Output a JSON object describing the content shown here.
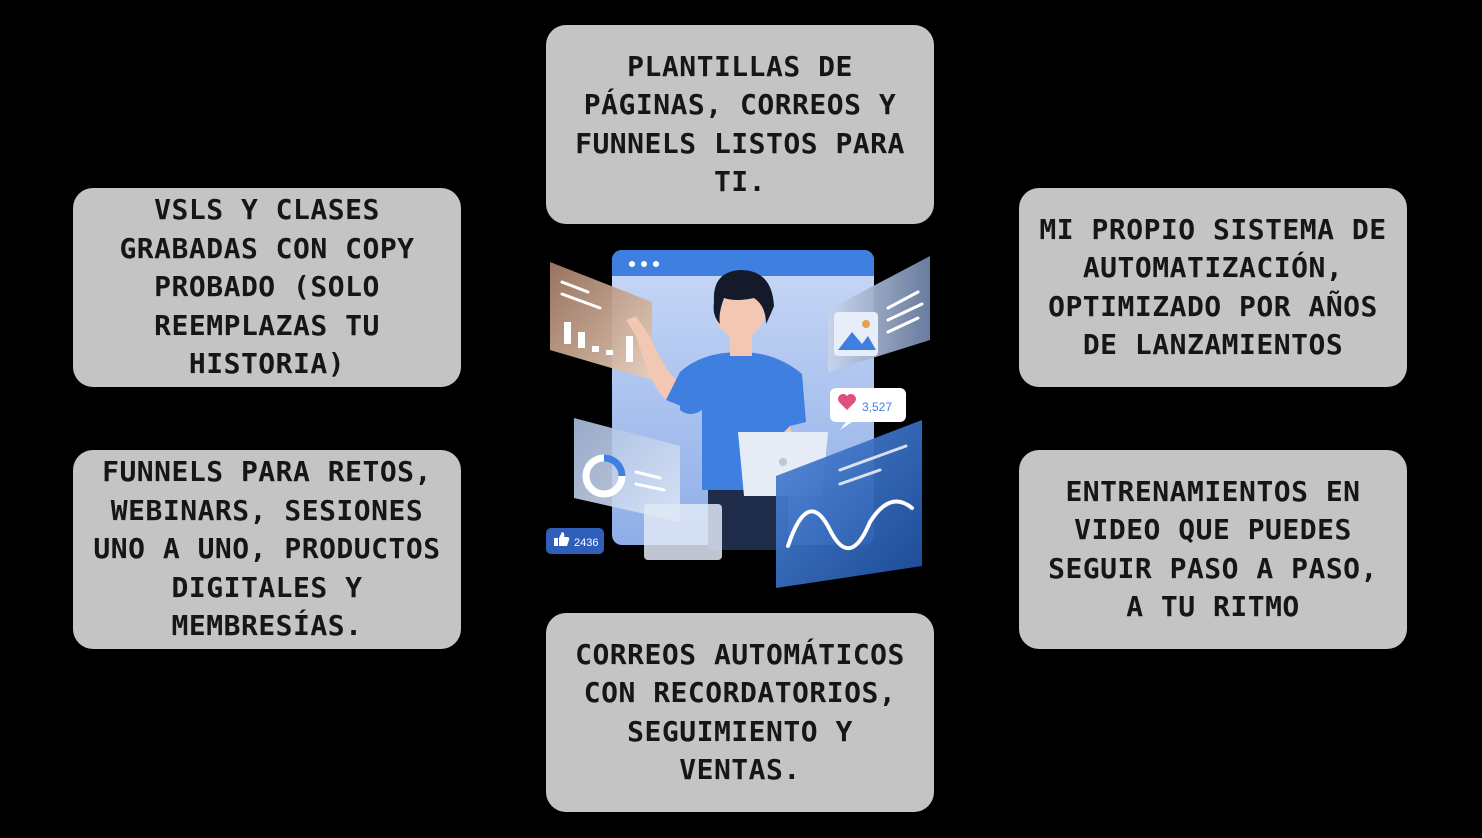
{
  "cards": {
    "top_center": "Plantillas de\npáginas, correos y\nfunnels listos para\nti.",
    "left_upper": "VSLs y clases\ngrabadas con copy\nprobado (solo\nreemplazas tu\nhistoria)",
    "left_lower": "Funnels para retos,\nwebinars, sesiones\nuno a uno, productos\ndigitales y\nmembresías.",
    "right_upper": "Mi propio sistema de\nautomatización,\noptimizado por años\nde lanzamientos",
    "right_lower": "Entrenamientos en\nvideo que puedes\nseguir paso a paso,\na tu ritmo",
    "bottom_center": "Correos automáticos\ncon recordatorios,\nseguimiento y\nventas."
  },
  "illustration": {
    "likes_count": "3,527",
    "thumbs_count": "2436"
  },
  "colors": {
    "background": "#000000",
    "card": "#c4c4c4",
    "card_text": "#161616",
    "accent_blue": "#3f7fe0",
    "heart": "#e0507a"
  }
}
